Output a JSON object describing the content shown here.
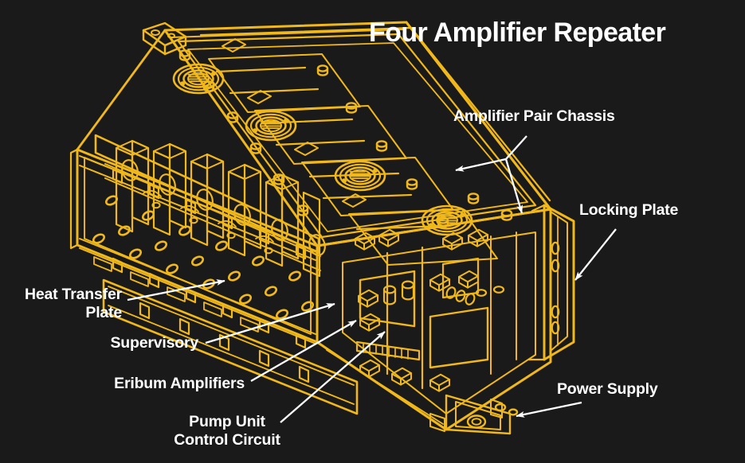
{
  "title": "Four Amplifier Repeater",
  "colors": {
    "background": "#1a1a1a",
    "drawing_line": "#f0b81a",
    "drawing_line_dark": "#d9a211",
    "text": "#ffffff",
    "leader": "#ffffff"
  },
  "subject": "technical-cutaway-illustration-of-undersea-fibre-optic-repeater",
  "labels": [
    {
      "id": "amplifier-pair-chassis",
      "text": "Amplifier Pair Chassis",
      "align": "left"
    },
    {
      "id": "locking-plate",
      "text": "Locking Plate",
      "align": "left"
    },
    {
      "id": "heat-transfer-plate",
      "text": "Heat Transfer\nPlate",
      "align": "right"
    },
    {
      "id": "supervisory",
      "text": "Supervisory",
      "align": "right"
    },
    {
      "id": "eribum-amplifiers",
      "text": "Eribum Amplifiers",
      "align": "right"
    },
    {
      "id": "pump-unit-control-circuit",
      "text": "Pump Unit\nControl Circuit",
      "align": "center"
    },
    {
      "id": "power-supply",
      "text": "Power Supply",
      "align": "left"
    }
  ]
}
